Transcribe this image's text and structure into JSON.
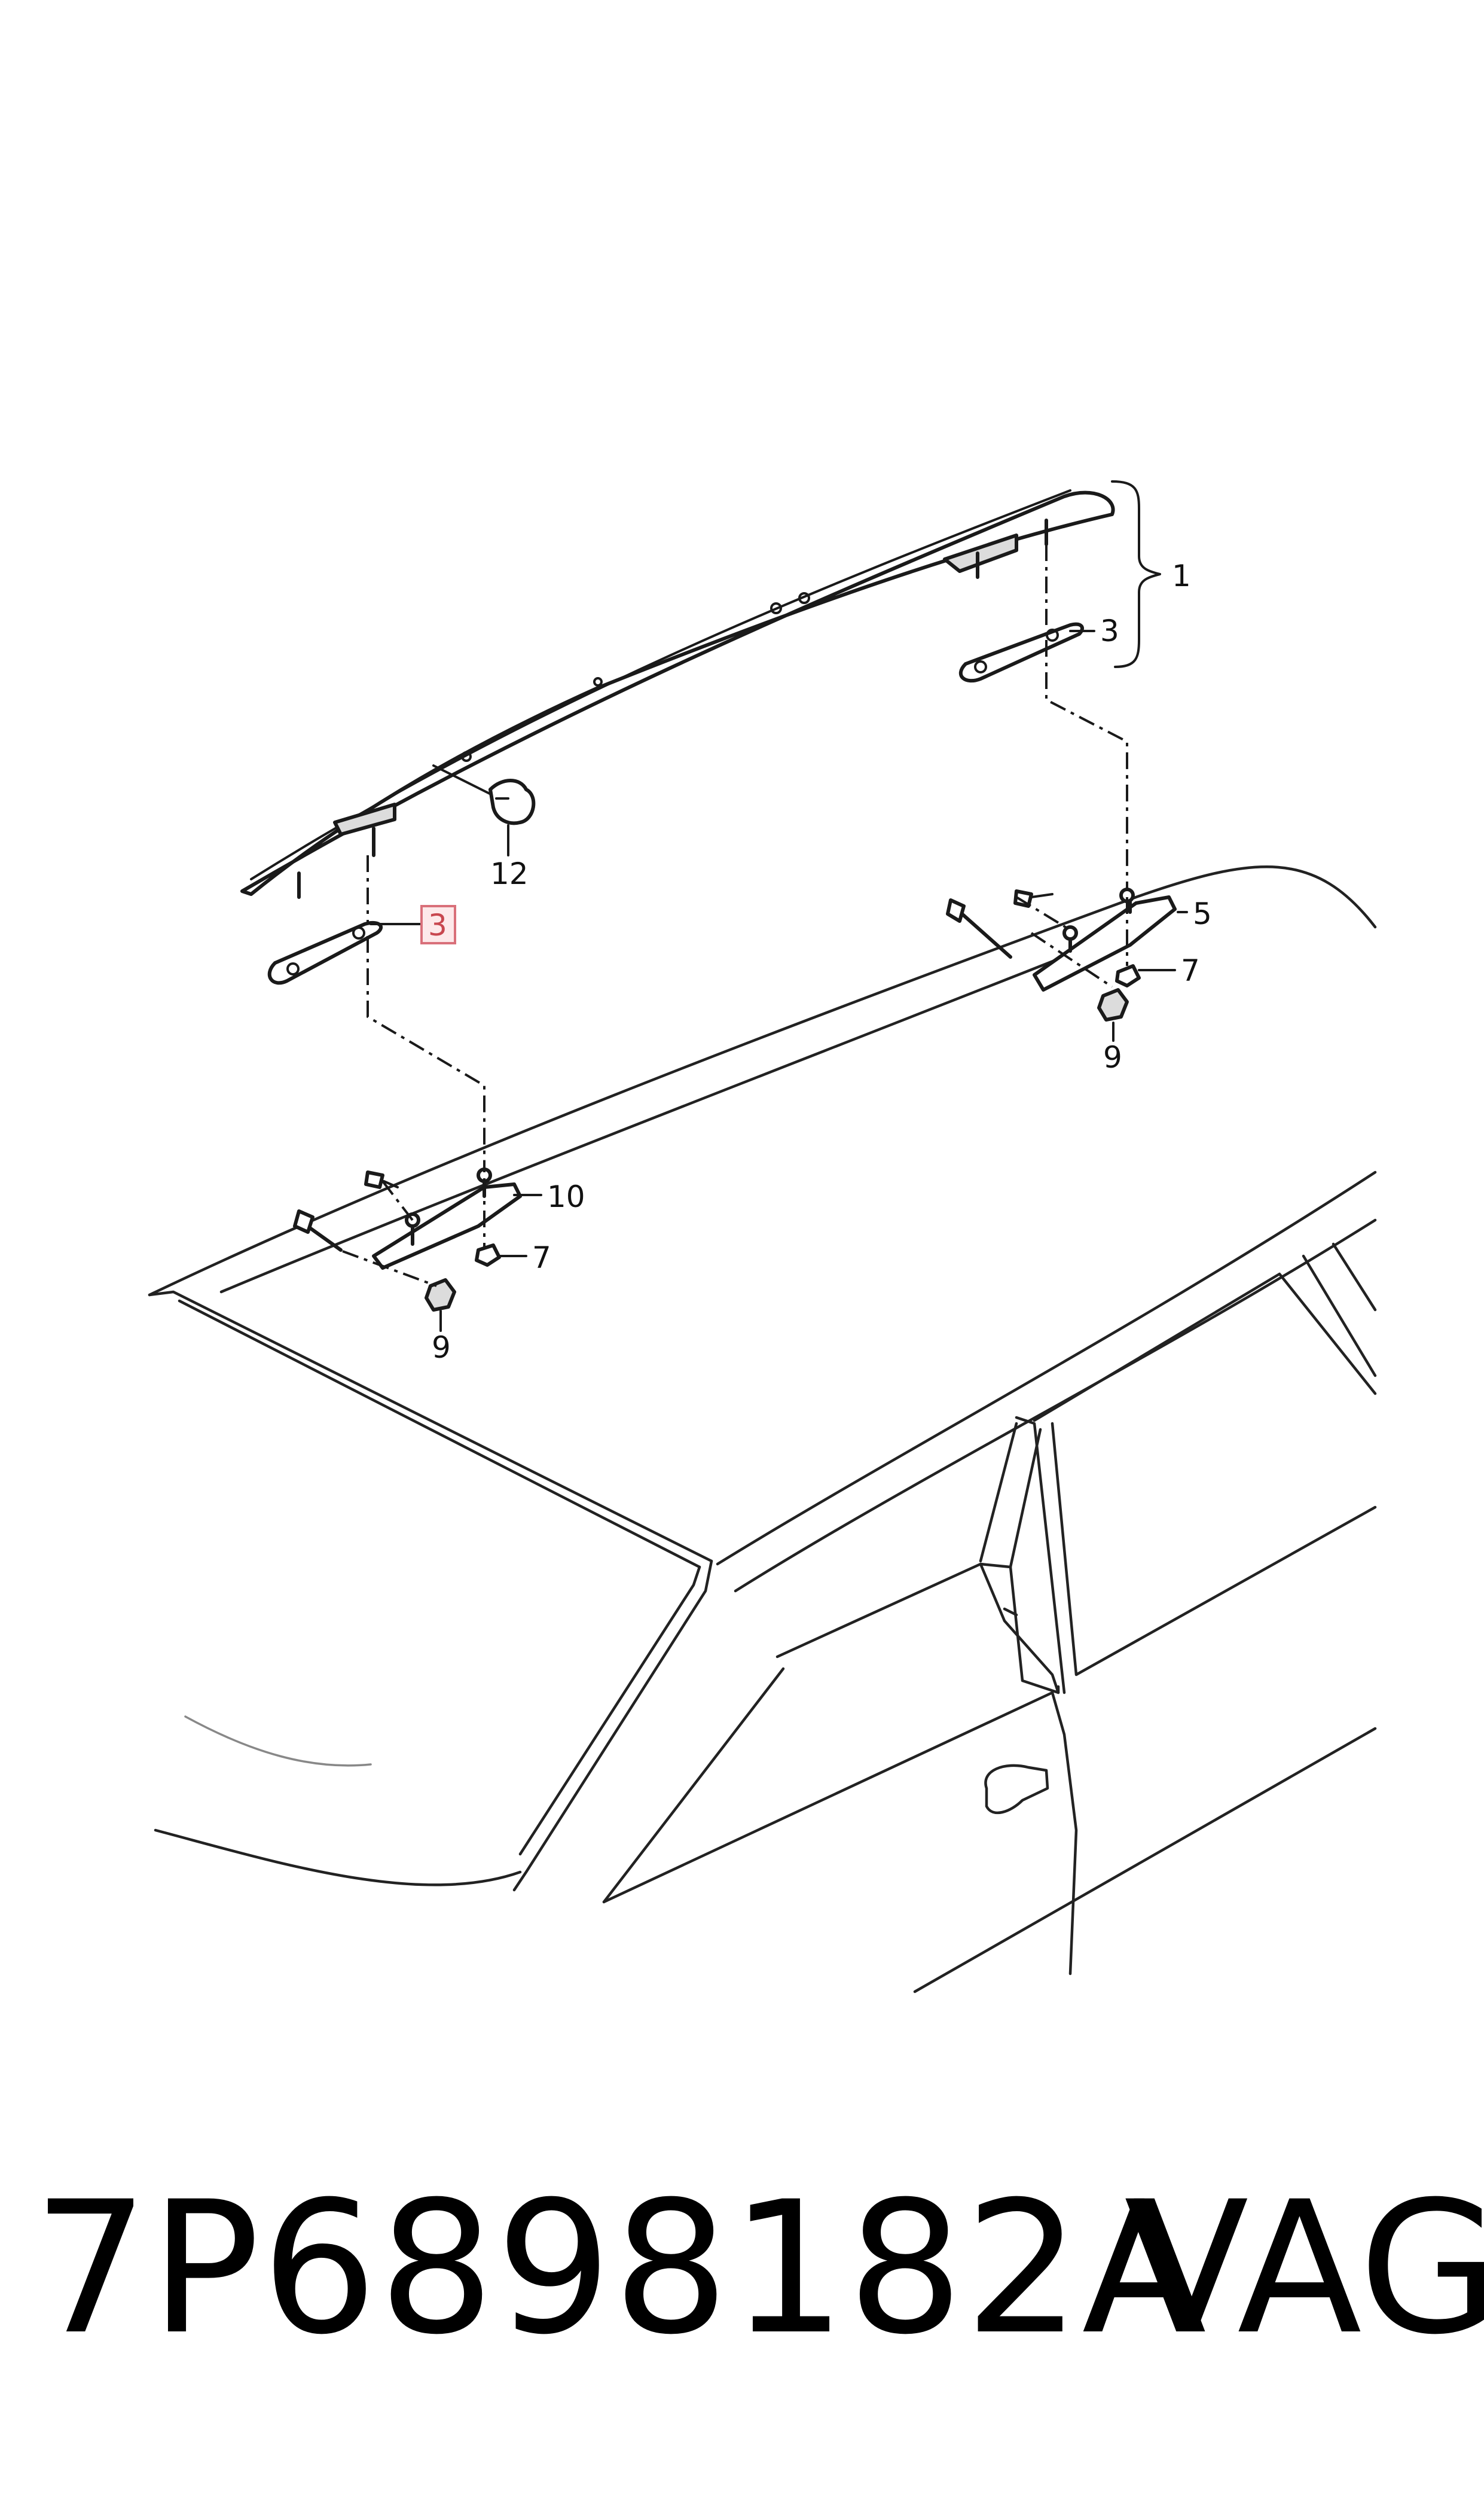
{
  "diagram": {
    "callouts": {
      "c1": "1",
      "c3_right": "3",
      "c3_left": "3",
      "c5": "5",
      "c7_right": "7",
      "c7_left": "7",
      "c9_right": "9",
      "c9_left": "9",
      "c10": "10",
      "c12": "12"
    },
    "highlight_color": "#d9707a"
  },
  "footer": {
    "part_number": "7P6898182A",
    "brand": "VAG"
  }
}
